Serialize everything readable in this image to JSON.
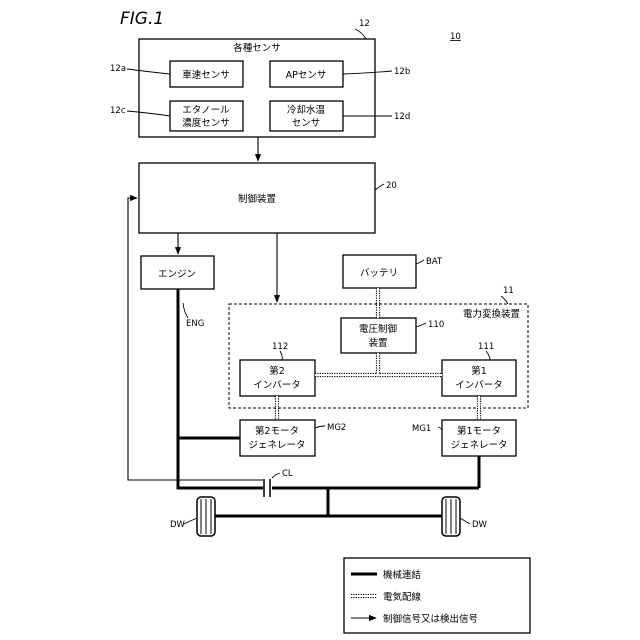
{
  "figure_label": "FIG.1",
  "system_ref": "10",
  "sensors": {
    "title": "各種センサ",
    "ref": "12",
    "vehicle_speed": {
      "label": "車速センサ",
      "ref": "12a"
    },
    "ap": {
      "label": "APセンサ",
      "ref": "12b"
    },
    "ethanol": {
      "line1": "エタノール",
      "line2": "濃度センサ",
      "ref": "12c"
    },
    "coolant": {
      "line1": "冷却水温",
      "line2": "センサ",
      "ref": "12d"
    }
  },
  "controller": {
    "label": "制御装置",
    "ref": "20"
  },
  "engine": {
    "label": "エンジン",
    "ref": "ENG"
  },
  "battery": {
    "label": "バッテリ",
    "ref": "BAT"
  },
  "power_converter": {
    "title": "電力変換装置",
    "ref": "11",
    "voltage_control": {
      "line1": "電圧制御",
      "line2": "装置",
      "ref": "110"
    },
    "inverter2": {
      "line1": "第2",
      "line2": "インバータ",
      "ref": "112"
    },
    "inverter1": {
      "line1": "第1",
      "line2": "インバータ",
      "ref": "111"
    }
  },
  "mg2": {
    "line1": "第2モータ",
    "line2": "ジェネレータ",
    "ref": "MG2"
  },
  "mg1": {
    "line1": "第1モータ",
    "line2": "ジェネレータ",
    "ref": "MG1"
  },
  "clutch": {
    "ref": "CL"
  },
  "wheels": {
    "left_ref": "DW",
    "right_ref": "DW"
  },
  "legend": {
    "mechanical": "機械連結",
    "electrical": "電気配線",
    "signal": "制御信号又は検出信号"
  }
}
